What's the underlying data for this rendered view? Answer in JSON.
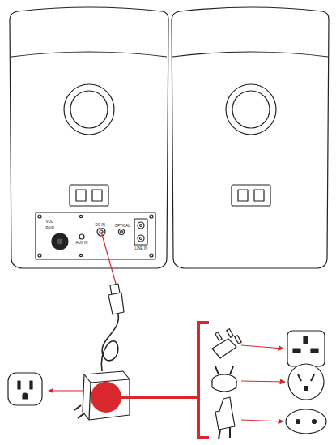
{
  "diagram": {
    "labels": [
      "VOL",
      "PAIR",
      "DC IN",
      "OPTICAL",
      "AUX IN",
      "LINE IN"
    ]
  }
}
